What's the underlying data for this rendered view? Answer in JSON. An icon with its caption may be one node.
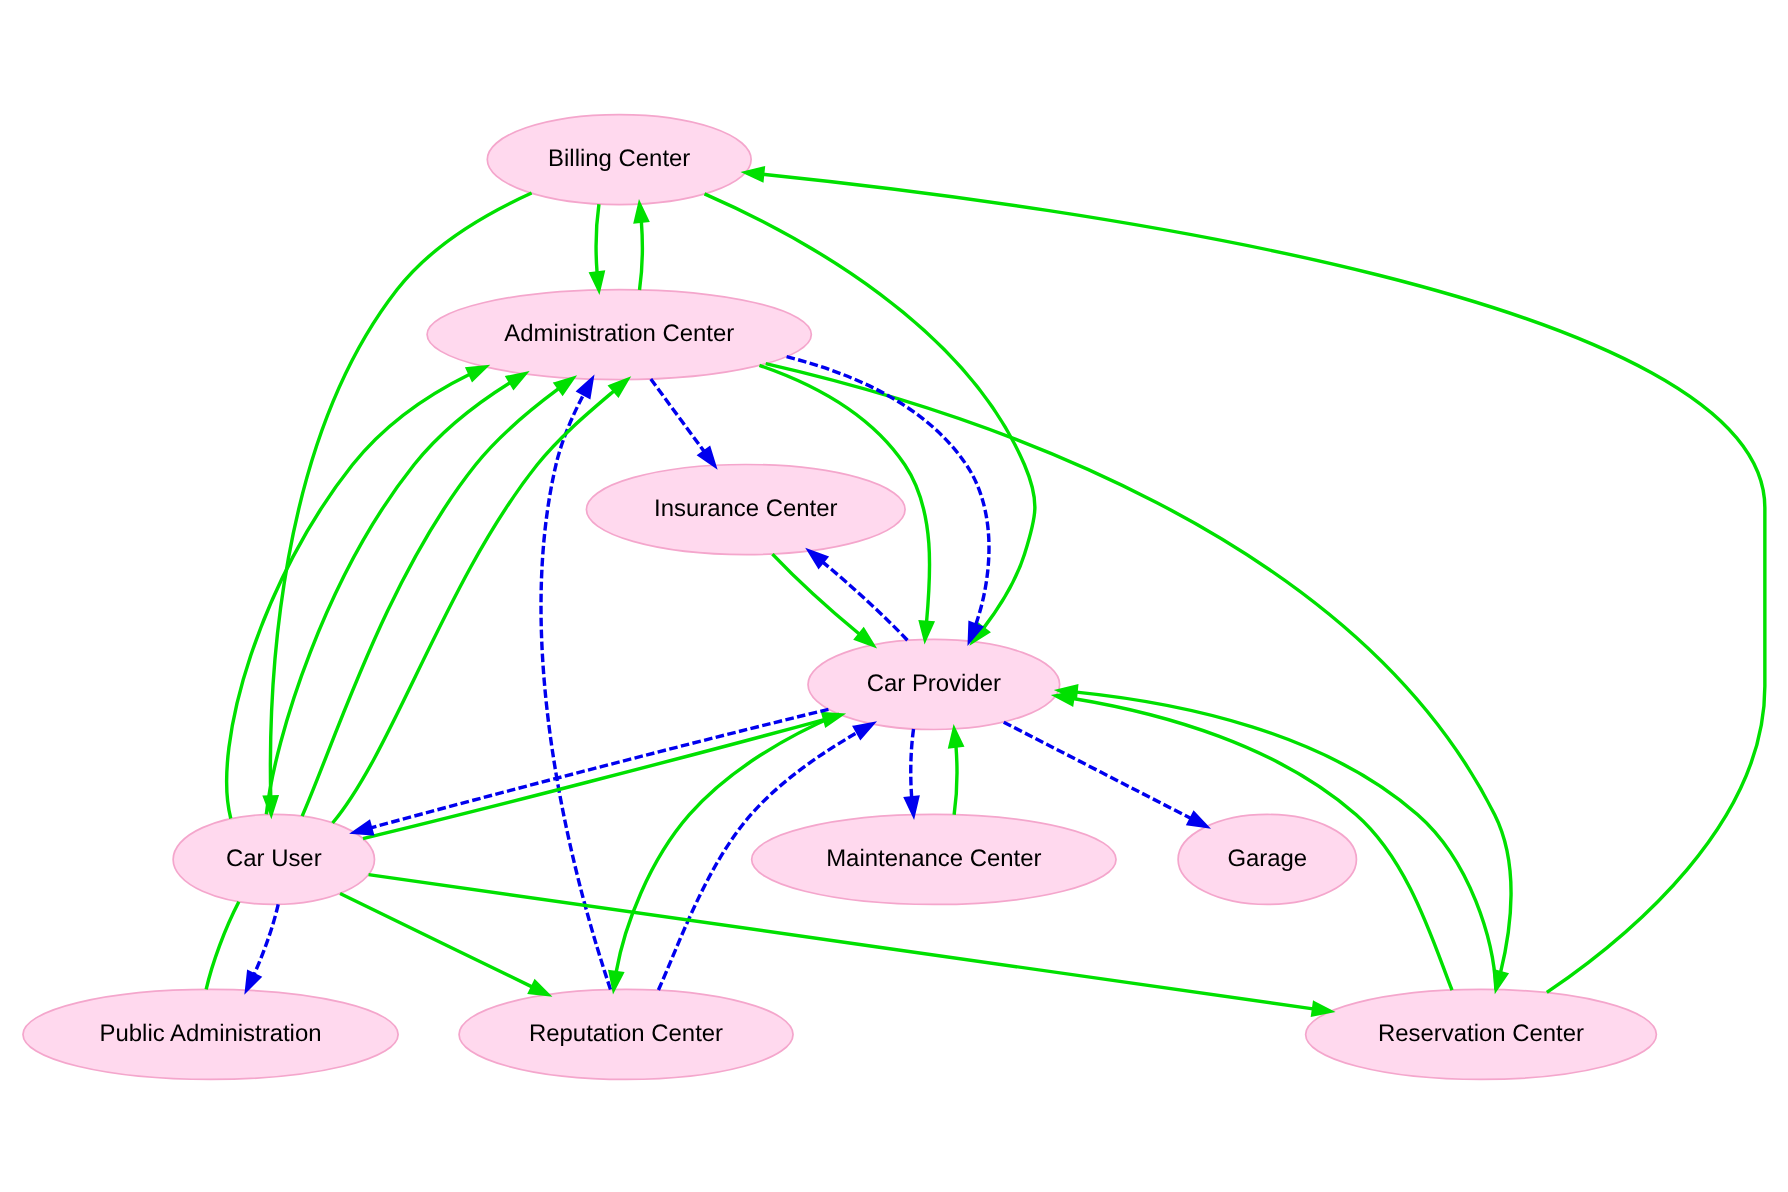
{
  "diagram": {
    "nodes": [
      {
        "text": [
          "Billing Center"
        ]
      },
      {
        "text": [
          "Administration Center"
        ]
      },
      {
        "text": [
          "Reservation Center"
        ]
      },
      {
        "text": [
          "Reputation Center"
        ]
      },
      {
        "text": [
          "Garage"
        ]
      },
      {
        "text": [
          "Car User"
        ]
      },
      {
        "text": [
          "Car Provider"
        ]
      },
      {
        "text": [
          "Maintenance Center"
        ]
      },
      {
        "text": [
          "Public Administration"
        ]
      },
      {
        "text": [
          "Insurance Center"
        ]
      }
    ],
    "edges": [
      {
        "from": 0,
        "to": 1,
        "arrow": "to"
      },
      {
        "from": 1,
        "to": 0,
        "arrow": "to"
      },
      {
        "from": 0,
        "to": 6,
        "arrow": "to"
      },
      {
        "from": 0,
        "to": 5,
        "arrow": "to"
      },
      {
        "from": 2,
        "to": 0,
        "arrow": "to"
      },
      {
        "from": 1,
        "to": 2,
        "arrow": "to"
      },
      {
        "from": 5,
        "to": 2,
        "arrow": "to"
      },
      {
        "from": 5,
        "to": 1,
        "arrow": "to"
      },
      {
        "from": 5,
        "to": 1,
        "arrow": "to"
      },
      {
        "from": 5,
        "to": 1,
        "arrow": "to"
      },
      {
        "from": 5,
        "to": 1,
        "arrow": "to"
      },
      {
        "from": 5,
        "to": 6,
        "arrow": "to"
      },
      {
        "from": 6,
        "to": 5,
        "arrow": "to",
        "style": "dashed",
        "color": "#0000ee"
      },
      {
        "from": 2,
        "to": 6,
        "arrow": "to"
      },
      {
        "from": 2,
        "to": 6,
        "arrow": "to"
      },
      {
        "from": 5,
        "to": 3,
        "arrow": "to"
      },
      {
        "from": 1,
        "to": 6,
        "arrow": "to"
      },
      {
        "from": 6,
        "to": 3,
        "arrow": "to"
      },
      {
        "from": 6,
        "to": 4,
        "arrow": "to",
        "style": "dashed",
        "color": "#0000ee"
      },
      {
        "from": 7,
        "to": 6,
        "arrow": "to"
      },
      {
        "from": 9,
        "to": 6,
        "arrow": "to"
      },
      {
        "from": 5,
        "to": 8,
        "arrow": "none"
      },
      {
        "from": 5,
        "to": 8,
        "arrow": "to",
        "style": "dashed",
        "color": "#0000ee"
      },
      {
        "from": 1,
        "to": 6,
        "arrow": "to",
        "style": "dashed",
        "color": "#0000ee"
      },
      {
        "from": 3,
        "to": 1,
        "arrow": "to",
        "style": "dashed",
        "color": "#0000ee"
      },
      {
        "from": 3,
        "to": 6,
        "arrow": "to",
        "style": "dashed",
        "color": "#0000ee"
      },
      {
        "from": 1,
        "to": 9,
        "arrow": "to",
        "style": "dashed",
        "color": "#0000ee"
      },
      {
        "from": 6,
        "to": 7,
        "arrow": "to",
        "style": "dashed",
        "color": "#0000ee"
      },
      {
        "from": 6,
        "to": 9,
        "arrow": "to",
        "style": "dashed",
        "color": "#0000ee"
      }
    ]
  }
}
